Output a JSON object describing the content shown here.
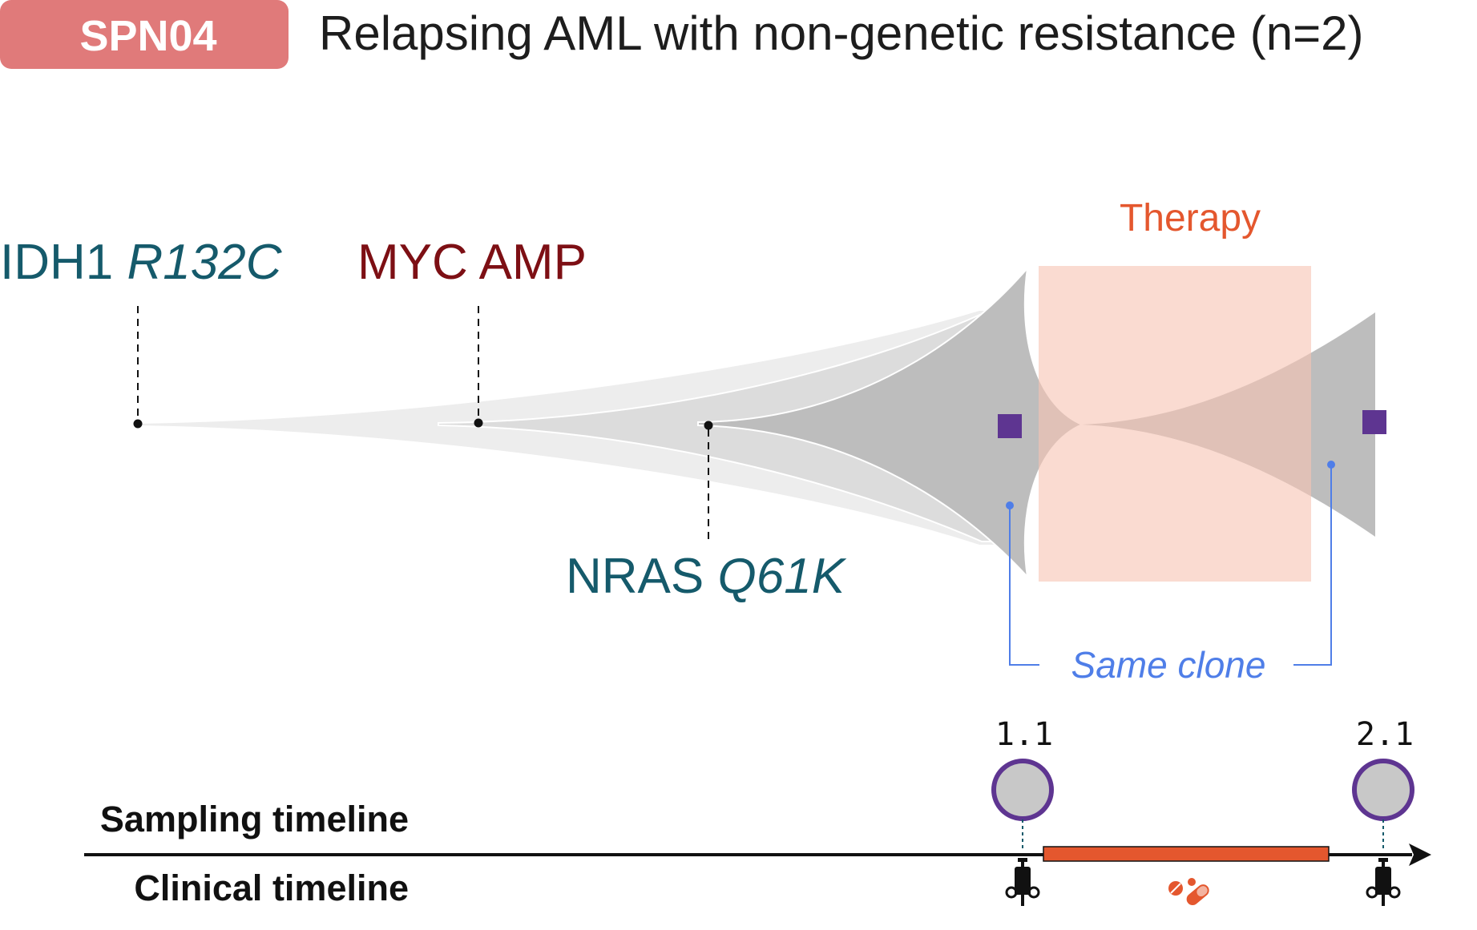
{
  "header": {
    "badge": "SPN04",
    "title": "Relapsing AML with non-genetic resistance (n=2)"
  },
  "mutations": {
    "idh1": {
      "gene": "IDH1",
      "variant": "R132C"
    },
    "myc": {
      "label": "MYC AMP"
    },
    "nras": {
      "gene": "NRAS",
      "variant": "Q61K"
    }
  },
  "therapy": {
    "label": "Therapy"
  },
  "annotation": {
    "same_clone": "Same clone"
  },
  "samples": [
    {
      "id": "1.1"
    },
    {
      "id": "2.1"
    }
  ],
  "timelines": {
    "sampling": "Sampling timeline",
    "clinical": "Clinical timeline"
  },
  "icons": {
    "sample": "syringe-icon",
    "treatment": "pills-icon",
    "clone_marker": "square-marker-icon"
  },
  "colors": {
    "badge": "#e07a7a",
    "teal": "#155a6b",
    "dark_red": "#7d0f14",
    "therapy_fill": "#f9d9ce",
    "therapy_bar": "#e4572e",
    "clone_line": "#4f7ee8",
    "clone_marker": "#5e3591",
    "sample_ring": "#5e3591",
    "sample_fill": "#c8c8c8",
    "fish_light": "#ededed",
    "fish_mid": "#dcdcdc",
    "fish_dark": "#bdbdbd"
  }
}
